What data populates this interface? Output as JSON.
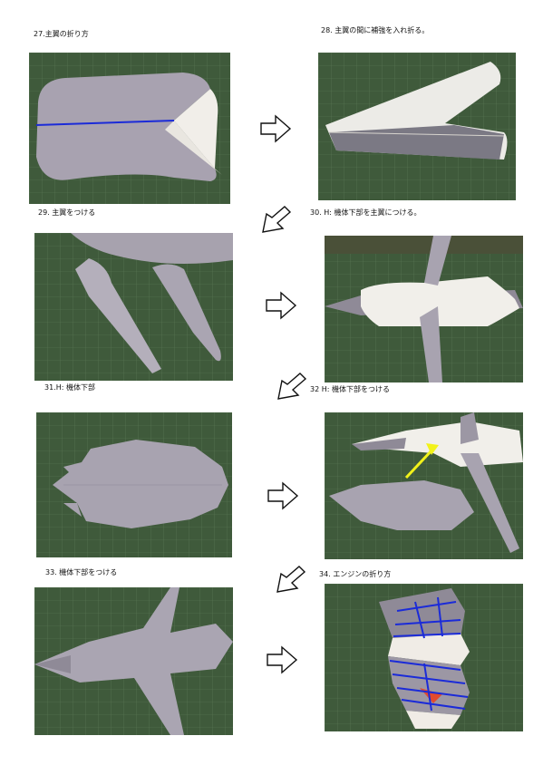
{
  "steps": [
    {
      "caption": "27.主翼の折り方"
    },
    {
      "caption": "28. 主翼の間に補強を入れ折る。"
    },
    {
      "caption": "29. 主翼をつける"
    },
    {
      "caption": "30. H: 機体下部を主翼につける。"
    },
    {
      "caption": "31.H: 機体下部"
    },
    {
      "caption": "32  H: 機体下部をつける"
    },
    {
      "caption": "33. 機体下部をつける"
    },
    {
      "caption": "34. エンジンの折り方"
    }
  ],
  "icons": {
    "arrow_right": "outline-arrow-right-icon",
    "arrow_down_left": "outline-arrow-down-left-icon"
  },
  "colors": {
    "mat_green": "#3f5a3b",
    "grid_line": "#5e7a57",
    "paper_gray": "#a9a4ad",
    "paper_white": "#f2f0ec",
    "fold_line": "#1b2bd8",
    "highlight_arrow": "#f2f21a"
  }
}
